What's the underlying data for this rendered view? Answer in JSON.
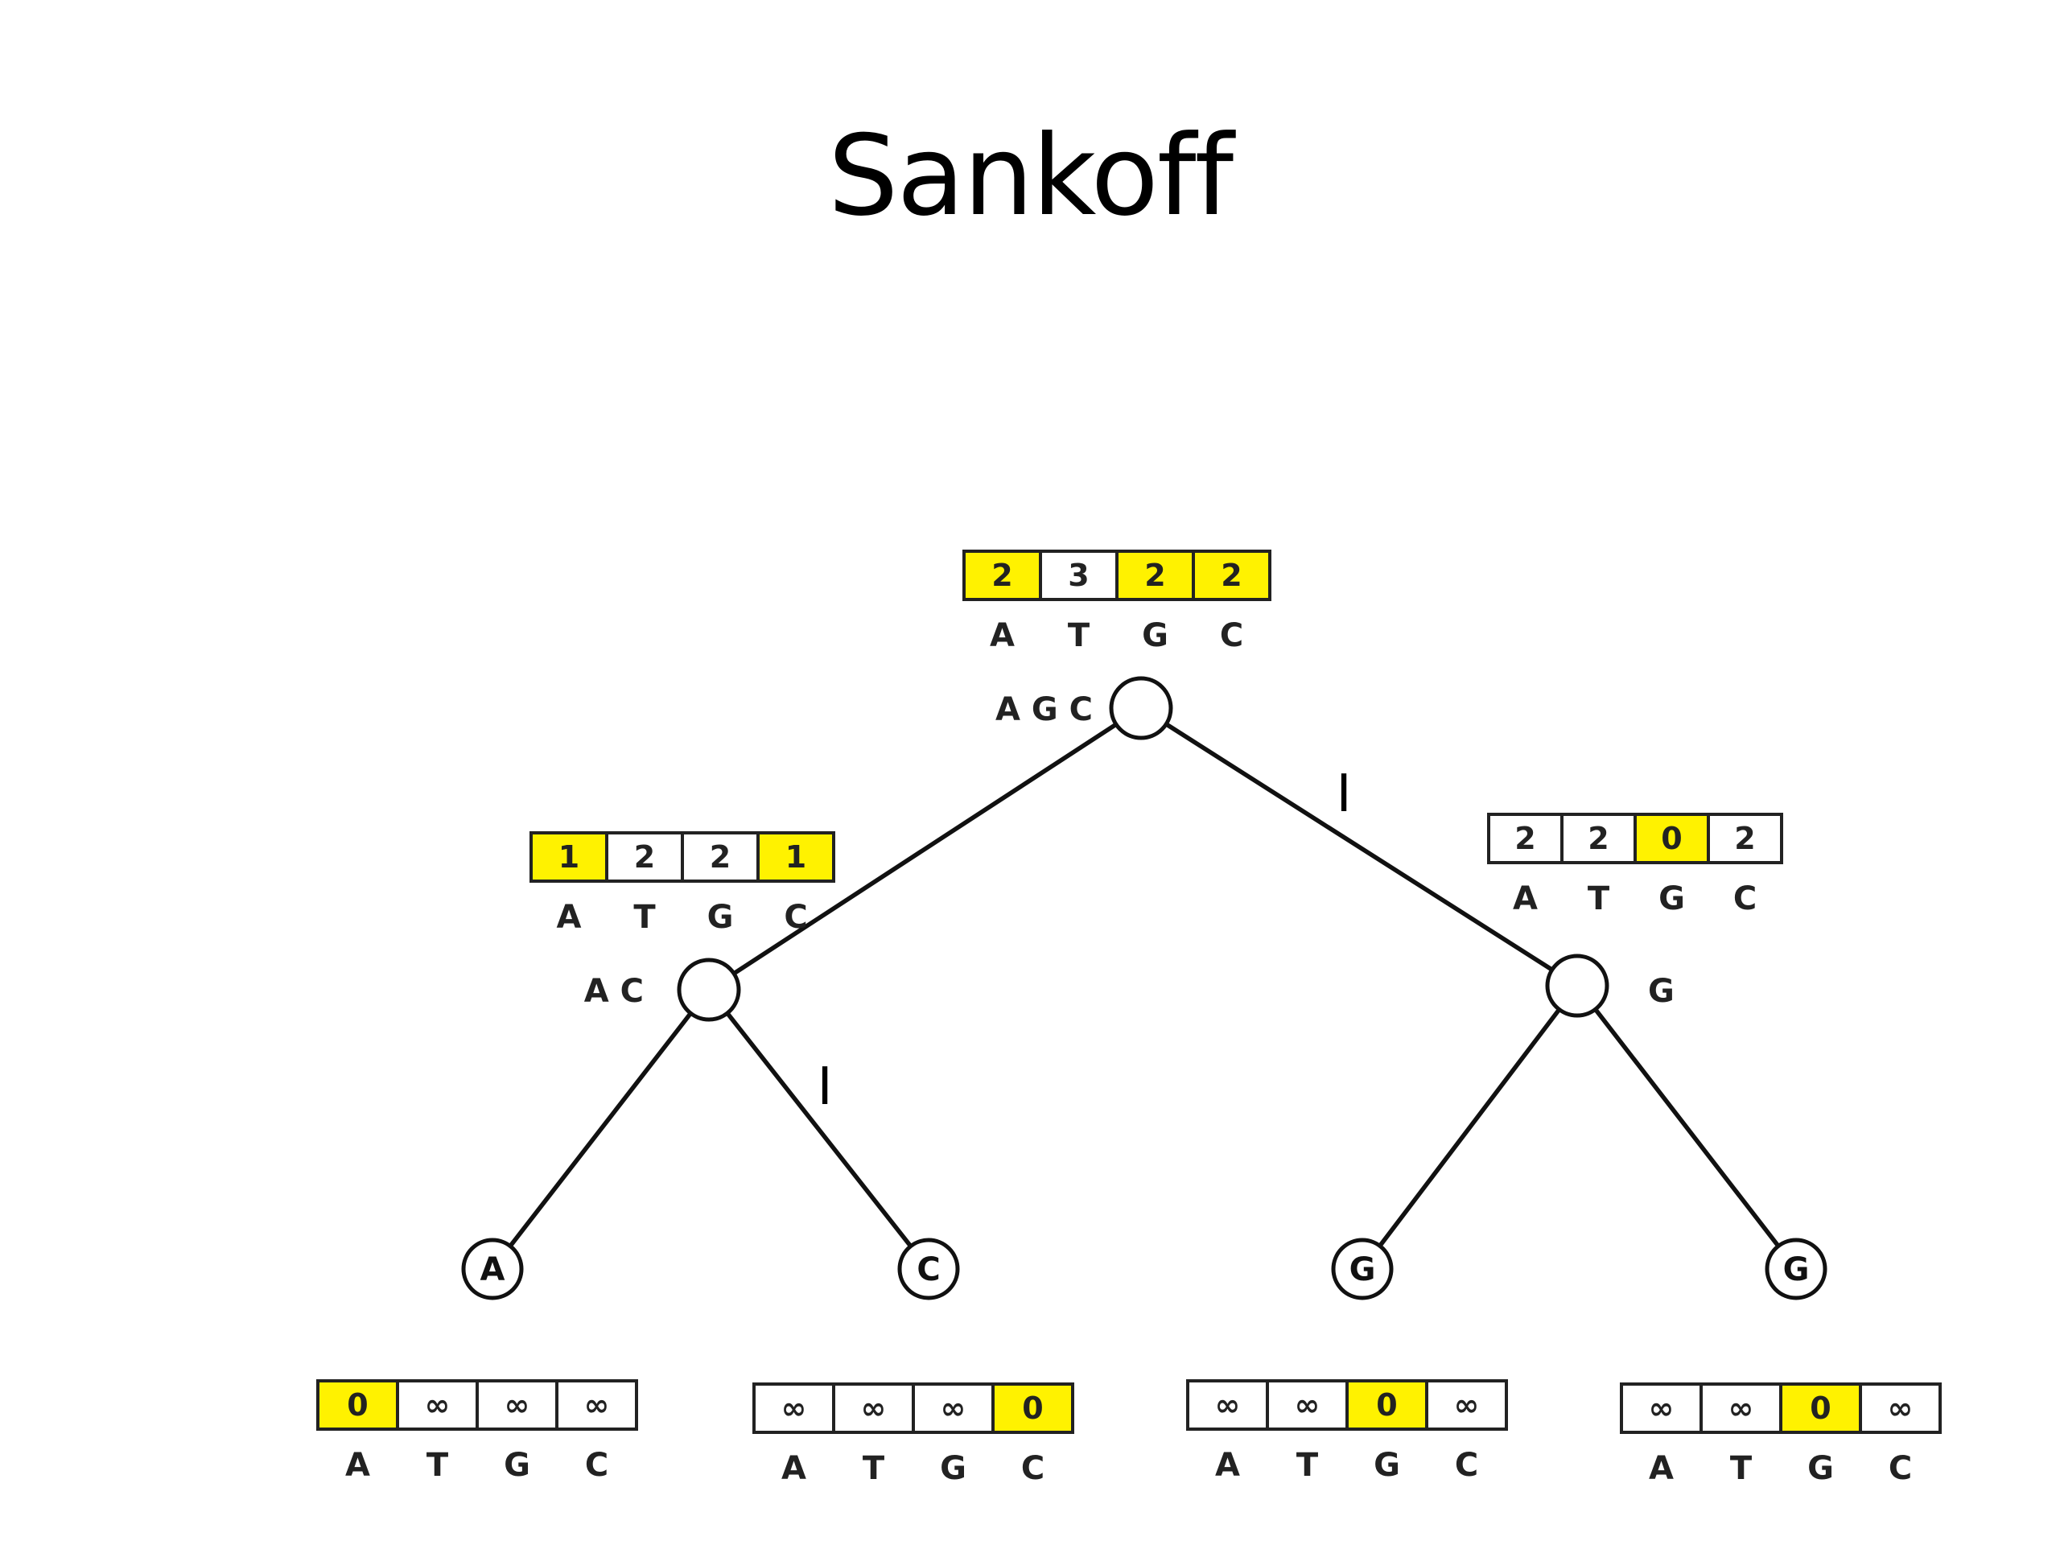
{
  "title": "Sankoff",
  "colors": {
    "highlight": "#fff200",
    "plain": "#ffffff",
    "line": "#111111"
  },
  "tree": {
    "nodes": [
      {
        "id": "root",
        "label": "",
        "set_label": "A G C"
      },
      {
        "id": "left-internal",
        "label": "",
        "set_label": "A C"
      },
      {
        "id": "right-internal",
        "label": "",
        "set_label": "G"
      },
      {
        "id": "leaf-1",
        "label": "A",
        "set_label": ""
      },
      {
        "id": "leaf-2",
        "label": "C",
        "set_label": ""
      },
      {
        "id": "leaf-3",
        "label": "G",
        "set_label": ""
      },
      {
        "id": "leaf-4",
        "label": "G",
        "set_label": ""
      }
    ],
    "edges": [
      {
        "from": "root",
        "to": "left-internal",
        "cost": ""
      },
      {
        "from": "root",
        "to": "right-internal",
        "cost": "I"
      },
      {
        "from": "left-internal",
        "to": "leaf-1",
        "cost": ""
      },
      {
        "from": "left-internal",
        "to": "leaf-2",
        "cost": "I"
      },
      {
        "from": "right-internal",
        "to": "leaf-3",
        "cost": ""
      },
      {
        "from": "right-internal",
        "to": "leaf-4",
        "cost": ""
      }
    ]
  },
  "cost_tables": [
    {
      "node": "root",
      "bases": [
        "A",
        "T",
        "G",
        "C"
      ],
      "values": [
        "2",
        "3",
        "2",
        "2"
      ],
      "highlight": [
        true,
        false,
        true,
        true
      ]
    },
    {
      "node": "left-internal",
      "bases": [
        "A",
        "T",
        "G",
        "C"
      ],
      "values": [
        "1",
        "2",
        "2",
        "1"
      ],
      "highlight": [
        true,
        false,
        false,
        true
      ]
    },
    {
      "node": "right-internal",
      "bases": [
        "A",
        "T",
        "G",
        "C"
      ],
      "values": [
        "2",
        "2",
        "0",
        "2"
      ],
      "highlight": [
        false,
        false,
        true,
        false
      ]
    },
    {
      "node": "leaf-1",
      "bases": [
        "A",
        "T",
        "G",
        "C"
      ],
      "values": [
        "0",
        "∞",
        "∞",
        "∞"
      ],
      "highlight": [
        true,
        false,
        false,
        false
      ]
    },
    {
      "node": "leaf-2",
      "bases": [
        "A",
        "T",
        "G",
        "C"
      ],
      "values": [
        "∞",
        "∞",
        "∞",
        "0"
      ],
      "highlight": [
        false,
        false,
        false,
        true
      ]
    },
    {
      "node": "leaf-3",
      "bases": [
        "A",
        "T",
        "G",
        "C"
      ],
      "values": [
        "∞",
        "∞",
        "0",
        "∞"
      ],
      "highlight": [
        false,
        false,
        true,
        false
      ]
    },
    {
      "node": "leaf-4",
      "bases": [
        "A",
        "T",
        "G",
        "C"
      ],
      "values": [
        "∞",
        "∞",
        "0",
        "∞"
      ],
      "highlight": [
        false,
        false,
        true,
        false
      ]
    }
  ]
}
